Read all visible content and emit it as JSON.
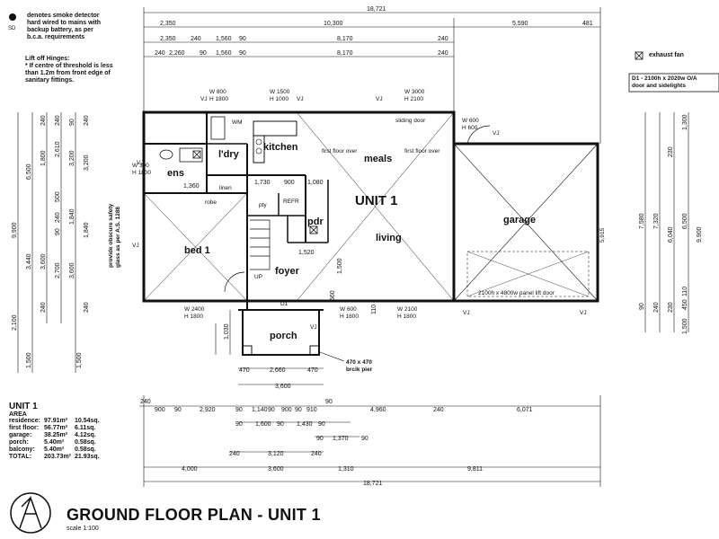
{
  "notes": {
    "smoke_symbol": "SD",
    "smoke_lines": [
      "denotes smoke detector",
      "hard wired to mains with",
      "backup battery, as per",
      "b.c.a. requirements"
    ],
    "hinge_lines": [
      "Lift off Hinges:",
      "* If centre of threshold is less",
      "than 1.2m from front edge of",
      "sanitary fittings."
    ],
    "exhaust": "exhaust fan",
    "door_spec": [
      "D1 - 2100h x 2020w O/A",
      "door and sidelights"
    ],
    "obscure_glass": [
      "provide obscure safety",
      "glass as per A.S. 1288"
    ],
    "brick_pier": [
      "470 x 470",
      "brcik pier"
    ],
    "panel_door": "2100h x 4800w panel lift door",
    "sliding_door": "sliding door",
    "first_floor_over": "first floor over",
    "up": "UP",
    "robe": "robe",
    "linen": "linen",
    "pty": "pty",
    "refr": "REFR",
    "wm": "WM",
    "d1": "D1"
  },
  "rooms": {
    "unit": "UNIT 1",
    "kitchen": "kitchen",
    "meals": "meals",
    "living": "living",
    "garage": "garage",
    "bed1": "bed 1",
    "ens": "ens",
    "ldry": "l'dry",
    "pdr": "pdr",
    "foyer": "foyer",
    "porch": "porch"
  },
  "windows": [
    {
      "w": "W 800",
      "h": "H 1800"
    },
    {
      "w": "W 1500",
      "h": "H 1000"
    },
    {
      "w": "W 3000",
      "h": "H 2100"
    },
    {
      "w": "W 300",
      "h": "H 1800"
    },
    {
      "w": "W 600",
      "h": "H 600"
    },
    {
      "w": "W 2400",
      "h": "H 1800"
    },
    {
      "w": "W 600",
      "h": "H 1800"
    },
    {
      "w": "W 2100",
      "h": "H 1800"
    }
  ],
  "vj": "VJ",
  "dims": {
    "top_total": "18,721",
    "top1": [
      "2,350",
      "10,300",
      "5,590",
      "481"
    ],
    "top2": [
      "2,350",
      "240",
      "1,560",
      "90",
      "8,170",
      "240"
    ],
    "top3": [
      "240",
      "2,260",
      "90",
      "1,560",
      "90",
      "8,170",
      "240"
    ],
    "bot1": [
      "240",
      "900",
      "90",
      "2,920",
      "90",
      "1,140",
      "90",
      "900",
      "90",
      "910",
      "90",
      "4,960",
      "240",
      "6,071"
    ],
    "bot2": [
      "90",
      "1,600",
      "90",
      "1,430",
      "90"
    ],
    "bot3": [
      "90",
      "1,370",
      "90"
    ],
    "bot4": [
      "240",
      "3,120",
      "240"
    ],
    "bot5": [
      "4,000",
      "3,600",
      "1,310",
      "9,811"
    ],
    "bot_total": "18,721",
    "porch": [
      "470",
      "2,660",
      "470"
    ],
    "porch_total": "3,600",
    "left_total": "9,900",
    "left_col1": [
      "6,500",
      "3,440",
      "2,100",
      "1,500"
    ],
    "left_col2": [
      "240",
      "1,800",
      "3,600",
      "240",
      "1,500"
    ],
    "left_col3": [
      "240",
      "2,610",
      "500",
      "240",
      "90",
      "2,700"
    ],
    "left_col4": [
      "90",
      "3,200",
      "1,840",
      "3,600"
    ],
    "left_col5": [
      "240",
      "3,200",
      "1,840",
      "240"
    ],
    "right_total": "9,900",
    "right_col1": [
      "7,580",
      "90"
    ],
    "right_col2": [
      "7,320",
      "240"
    ],
    "right_col3": [
      "230",
      "6,040",
      "230"
    ],
    "right_col4": [
      "6,500",
      "1,300"
    ],
    "right_bottom": [
      "1,500",
      "450",
      "110"
    ],
    "inner": [
      "1,360",
      "1,730",
      "900",
      "1,080",
      "1,520",
      "1,500",
      "560",
      "110",
      "1,030"
    ],
    "garage_height": "5,915"
  },
  "area": {
    "heading": "UNIT 1",
    "sub": "AREA",
    "rows": [
      [
        "residence:",
        "97.91m²",
        "10.54sq."
      ],
      [
        "first floor:",
        "56.77m²",
        "6.11sq."
      ],
      [
        "garage:",
        "38.25m²",
        "4.12sq."
      ],
      [
        "porch:",
        "5.40m²",
        "0.58sq."
      ],
      [
        "balcony:",
        "5.40m²",
        "0.58sq."
      ],
      [
        "TOTAL:",
        "203.73m²",
        "21.93sq."
      ]
    ]
  },
  "title": "GROUND FLOOR PLAN - UNIT 1",
  "scale": "scale 1:100"
}
